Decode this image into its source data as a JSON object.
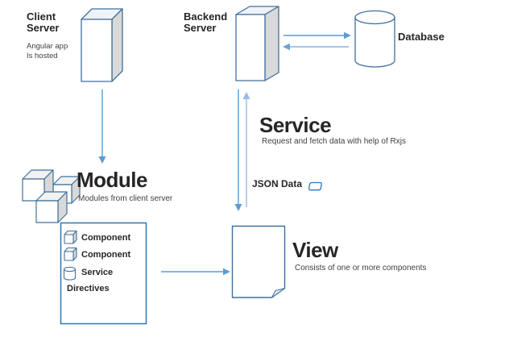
{
  "diagram": {
    "client_server": {
      "title": "Client\nServer",
      "subtitle": "Angular app\nIs hosted"
    },
    "backend_server": {
      "title": "Backend\nServer"
    },
    "database": {
      "label": "Database"
    },
    "module": {
      "title": "Module",
      "subtitle": "Modules from client server"
    },
    "service": {
      "title": "Service",
      "subtitle": "Request and fetch data with help of Rxjs"
    },
    "json_data": {
      "label": "JSON Data"
    },
    "view": {
      "title": "View",
      "subtitle": "Consists of one or more components"
    },
    "module_box": {
      "items": [
        "Component",
        "Component",
        "Service",
        "Directives"
      ]
    }
  },
  "icons": {
    "client_server": "server-cuboid-icon",
    "backend_server": "server-cuboid-icon",
    "database": "database-cylinder-icon",
    "module": "cubes-cluster-icon",
    "component_item": "cube-icon",
    "service_item": "cylinder-icon",
    "json_data": "data-box-icon",
    "view": "document-page-icon"
  },
  "colors": {
    "shape_stroke": "#41719c",
    "box_stroke": "#2e75b6",
    "arrow": "#5b9bd5",
    "arrow_light": "#94bce4",
    "title_text": "#262626",
    "body_text": "#3f3f3f",
    "cube_side": "#d9d9d9",
    "cube_top": "#f2f2f2"
  }
}
